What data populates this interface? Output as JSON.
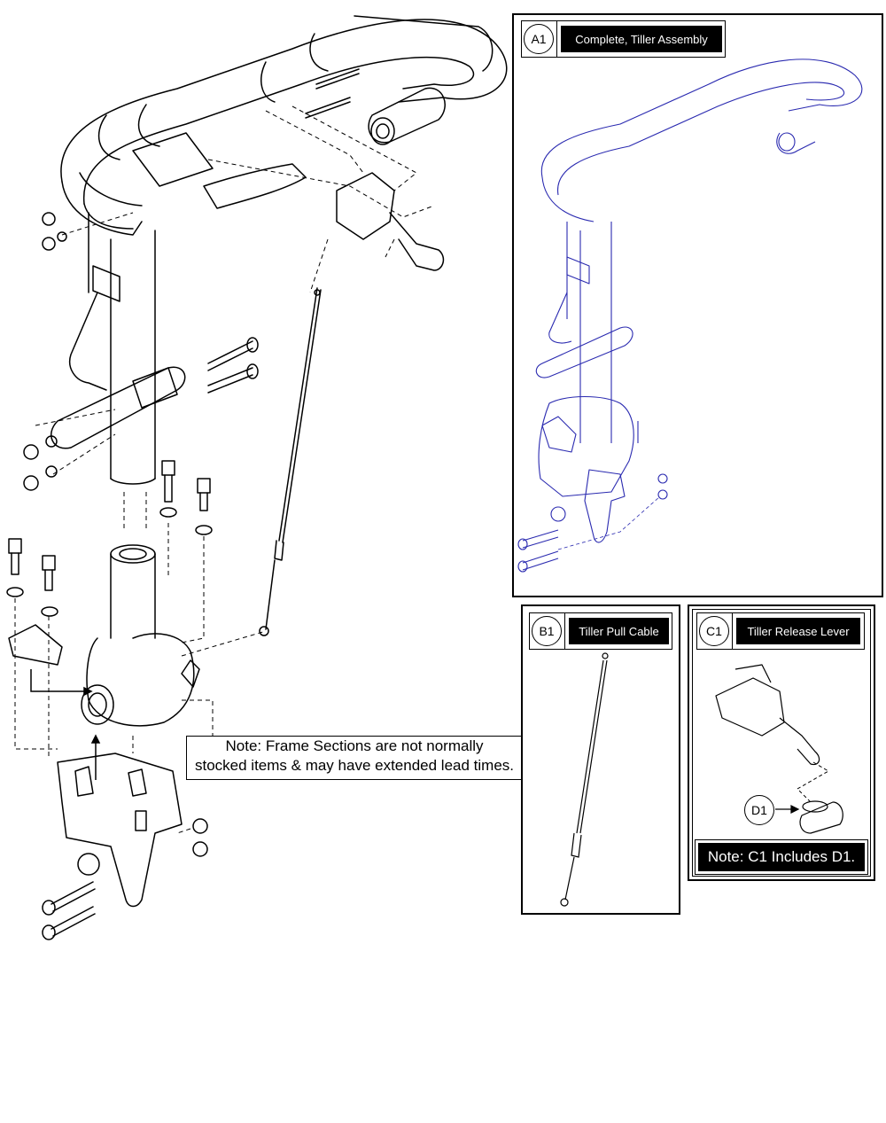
{
  "panels": {
    "a1": {
      "callout": "A1",
      "title": "Complete, Tiller Assembly"
    },
    "b1": {
      "callout": "B1",
      "title": "Tiller Pull Cable"
    },
    "c1": {
      "callout": "C1",
      "title": "Tiller Release Lever",
      "note": "Note: C1 Includes D1."
    },
    "d1": {
      "callout": "D1"
    }
  },
  "main_note": {
    "line1": "Note: Frame Sections are not normally",
    "line2": "stocked items & may have extended lead times."
  },
  "colors": {
    "line": "#000000",
    "assembly_line": "#2a2ab0",
    "label_bg": "#000000",
    "label_text": "#ffffff"
  }
}
